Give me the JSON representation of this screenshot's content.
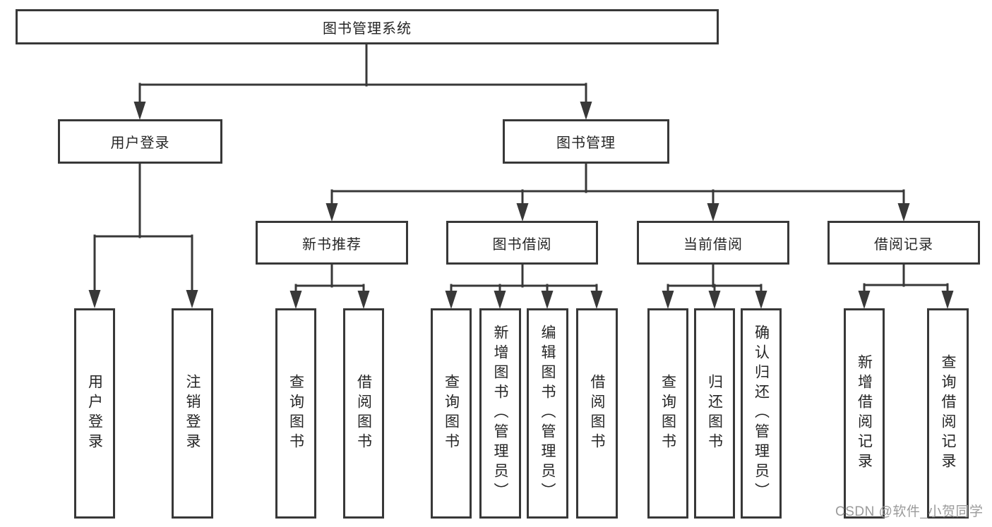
{
  "title": "图书管理系统",
  "colors": {
    "line": "#383838",
    "box_border": "#383838",
    "text": "#262626",
    "background": "#ffffff",
    "watermark_text_color": "#9b9b9b"
  },
  "nodes": {
    "root": "图书管理系统",
    "level2": [
      "用户登录",
      "图书管理"
    ],
    "level3": [
      "新书推荐",
      "图书借阅",
      "当前借阅",
      "借阅记录"
    ],
    "leaves": {
      "user_login": [
        "用户登录",
        "注销登录"
      ],
      "new_book_recommend": [
        "查询图书",
        "借阅图书"
      ],
      "book_borrow": [
        "查询图书",
        "新增图书（管理员）",
        "编辑图书（管理员）",
        "借阅图书"
      ],
      "current_borrow": [
        "查询图书",
        "归还图书",
        "确认归还（管理员）"
      ],
      "borrow_record": [
        "新增借阅记录",
        "查询借阅记录"
      ]
    }
  },
  "watermark": {
    "text": "CSDN @软件_小贺同学"
  }
}
